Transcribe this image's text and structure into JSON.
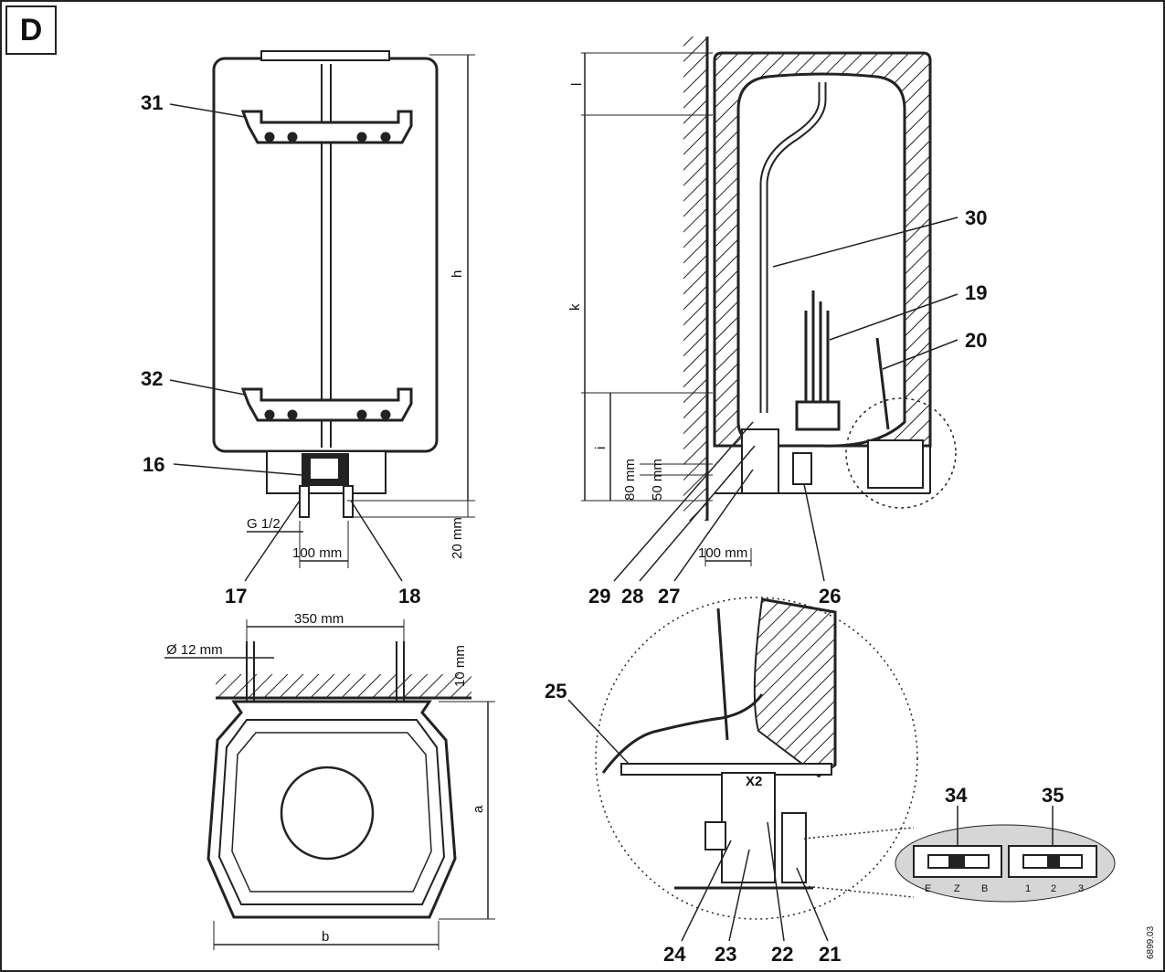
{
  "panel_letter": "D",
  "front_view": {
    "callouts": {
      "c31": "31",
      "c32": "32",
      "c16": "16",
      "c17": "17",
      "c18": "18"
    },
    "dimensions": {
      "h": "h",
      "thread": "G 1/2",
      "spacing": "100 mm",
      "bottom_gap": "20 mm"
    }
  },
  "side_section": {
    "callouts": {
      "c30": "30",
      "c19": "19",
      "c20": "20",
      "c29": "29",
      "c28": "28",
      "c27": "27",
      "c26": "26"
    },
    "dimensions": {
      "l_top": "l",
      "k": "k",
      "i": "i",
      "d80": "80 mm",
      "d50": "50 mm",
      "spacing": "100 mm"
    }
  },
  "top_view": {
    "dimensions": {
      "width_mm": "350 mm",
      "hole_dia": "Ø 12 mm",
      "wall_gap": "10 mm",
      "a": "a",
      "b": "b"
    }
  },
  "detail_view": {
    "callouts": {
      "c25": "25",
      "c24": "24",
      "c23": "23",
      "c22": "22",
      "c21": "21",
      "c34": "34",
      "c35": "35"
    },
    "terminal_label": "X2",
    "switch_34_positions": [
      "E",
      "Z",
      "B"
    ],
    "switch_35_positions": [
      "1",
      "2",
      "3"
    ]
  },
  "doc_code": "6899.03"
}
